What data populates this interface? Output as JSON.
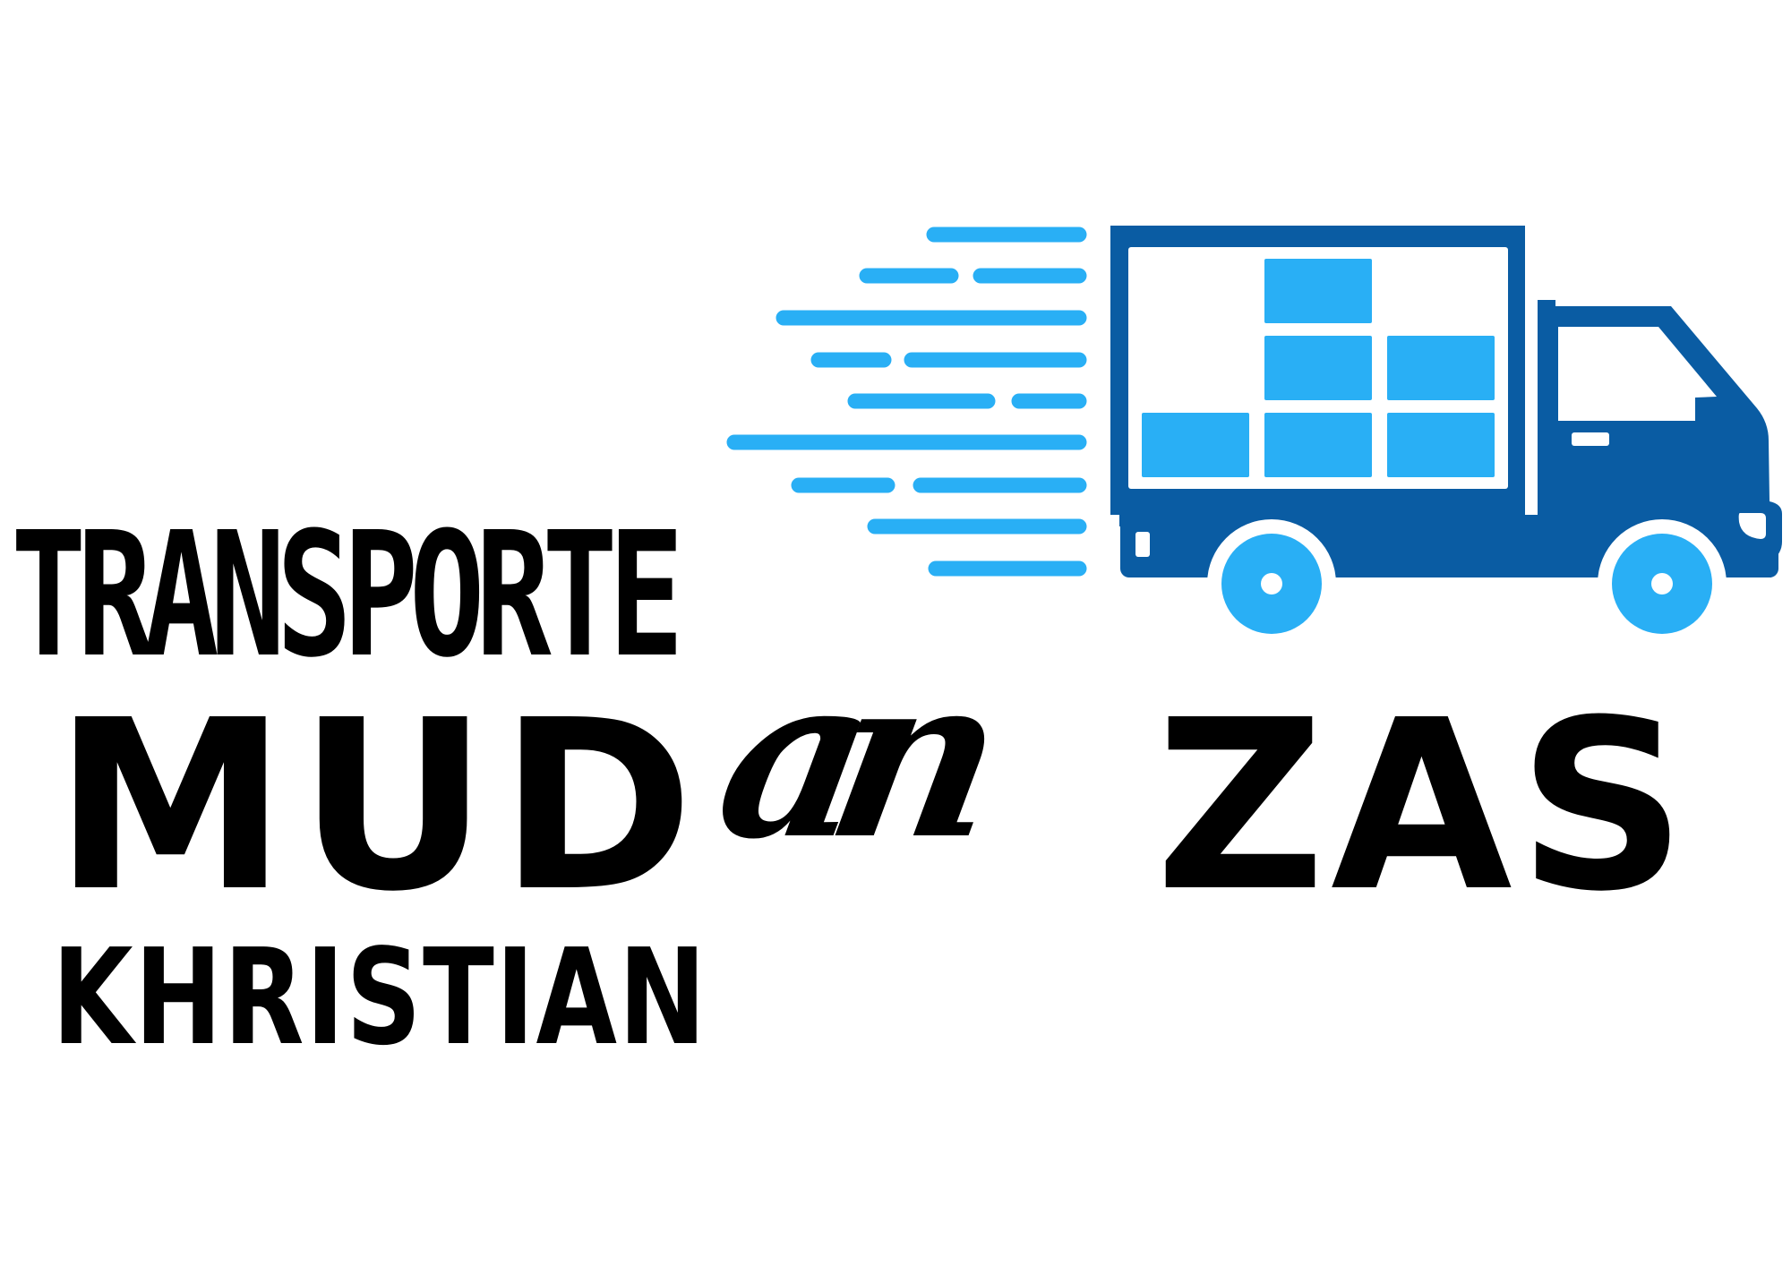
{
  "logo": {
    "line1": "TRANSPORTE",
    "line2_part1": "MUD",
    "line2_script": "an",
    "line2_part2": "ZAS",
    "line3": "KHRISTIAN"
  },
  "icons": {
    "truck": "moving-truck-icon",
    "boxes": "box-icon",
    "speed": "speed-lines-icon",
    "wheel": "wheel-icon"
  },
  "colors": {
    "truck_body": "#0A5CA3",
    "accent_light": "#29AFF5",
    "text": "#000000",
    "background": "#FFFFFF"
  }
}
